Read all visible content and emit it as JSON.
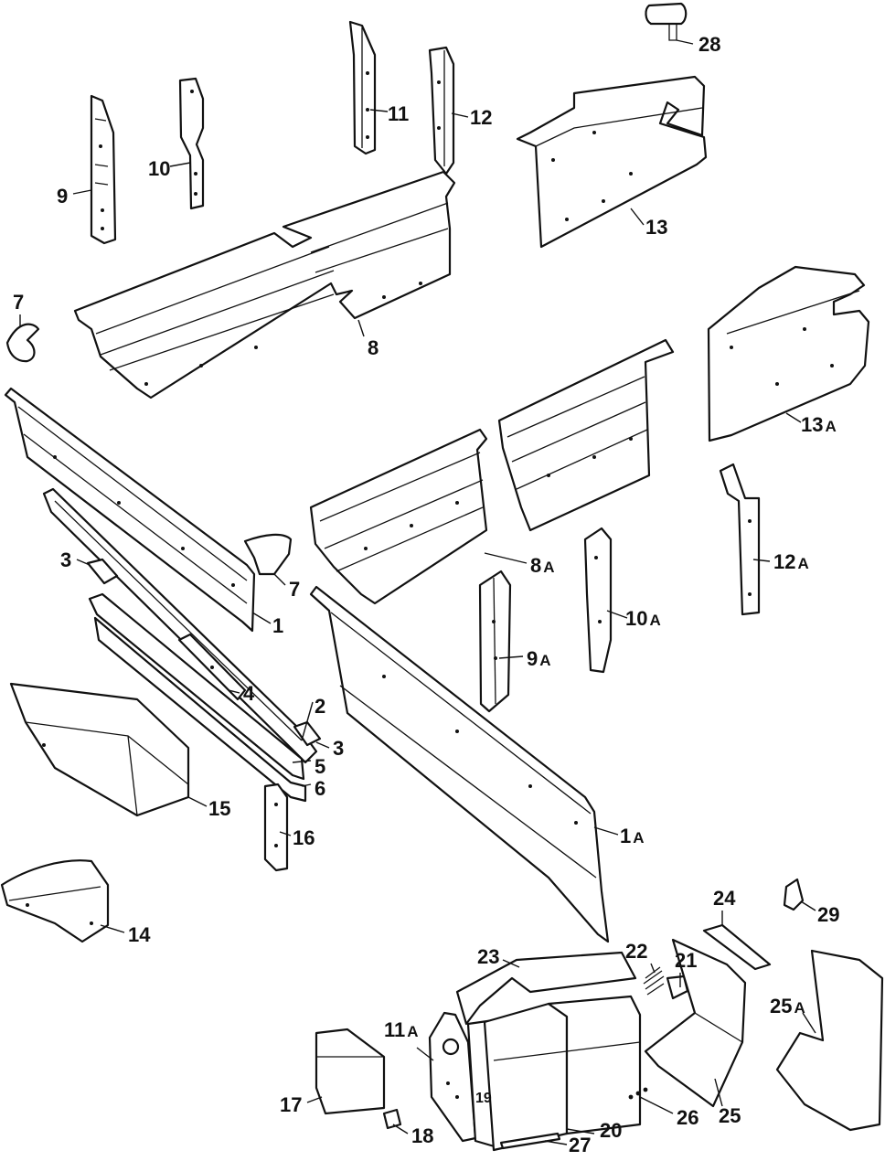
{
  "diagram": {
    "callouts": [
      {
        "id": "c1",
        "number": "1",
        "suffix": ""
      },
      {
        "id": "c1a",
        "number": "1",
        "suffix": "A"
      },
      {
        "id": "c2",
        "number": "2",
        "suffix": ""
      },
      {
        "id": "c3a",
        "number": "3",
        "suffix": ""
      },
      {
        "id": "c3b",
        "number": "3",
        "suffix": ""
      },
      {
        "id": "c4",
        "number": "4",
        "suffix": ""
      },
      {
        "id": "c5",
        "number": "5",
        "suffix": ""
      },
      {
        "id": "c6",
        "number": "6",
        "suffix": ""
      },
      {
        "id": "c7a",
        "number": "7",
        "suffix": ""
      },
      {
        "id": "c7b",
        "number": "7",
        "suffix": ""
      },
      {
        "id": "c8",
        "number": "8",
        "suffix": ""
      },
      {
        "id": "c8a",
        "number": "8",
        "suffix": "A"
      },
      {
        "id": "c9",
        "number": "9",
        "suffix": ""
      },
      {
        "id": "c9a",
        "number": "9",
        "suffix": "A"
      },
      {
        "id": "c10",
        "number": "10",
        "suffix": ""
      },
      {
        "id": "c10a",
        "number": "10",
        "suffix": "A"
      },
      {
        "id": "c11",
        "number": "11",
        "suffix": ""
      },
      {
        "id": "c11a",
        "number": "11",
        "suffix": "A"
      },
      {
        "id": "c12",
        "number": "12",
        "suffix": ""
      },
      {
        "id": "c12a",
        "number": "12",
        "suffix": "A"
      },
      {
        "id": "c13",
        "number": "13",
        "suffix": ""
      },
      {
        "id": "c13a",
        "number": "13",
        "suffix": "A"
      },
      {
        "id": "c14",
        "number": "14",
        "suffix": ""
      },
      {
        "id": "c15",
        "number": "15",
        "suffix": ""
      },
      {
        "id": "c16",
        "number": "16",
        "suffix": ""
      },
      {
        "id": "c17",
        "number": "17",
        "suffix": ""
      },
      {
        "id": "c18",
        "number": "18",
        "suffix": ""
      },
      {
        "id": "c19",
        "number": "19",
        "suffix": ""
      },
      {
        "id": "c20",
        "number": "20",
        "suffix": ""
      },
      {
        "id": "c21",
        "number": "21",
        "suffix": ""
      },
      {
        "id": "c22",
        "number": "22",
        "suffix": ""
      },
      {
        "id": "c23",
        "number": "23",
        "suffix": ""
      },
      {
        "id": "c24",
        "number": "24",
        "suffix": ""
      },
      {
        "id": "c25",
        "number": "25",
        "suffix": ""
      },
      {
        "id": "c25a",
        "number": "25",
        "suffix": "A"
      },
      {
        "id": "c26",
        "number": "26",
        "suffix": ""
      },
      {
        "id": "c27",
        "number": "27",
        "suffix": ""
      },
      {
        "id": "c28",
        "number": "28",
        "suffix": ""
      },
      {
        "id": "c29",
        "number": "29",
        "suffix": ""
      }
    ]
  }
}
